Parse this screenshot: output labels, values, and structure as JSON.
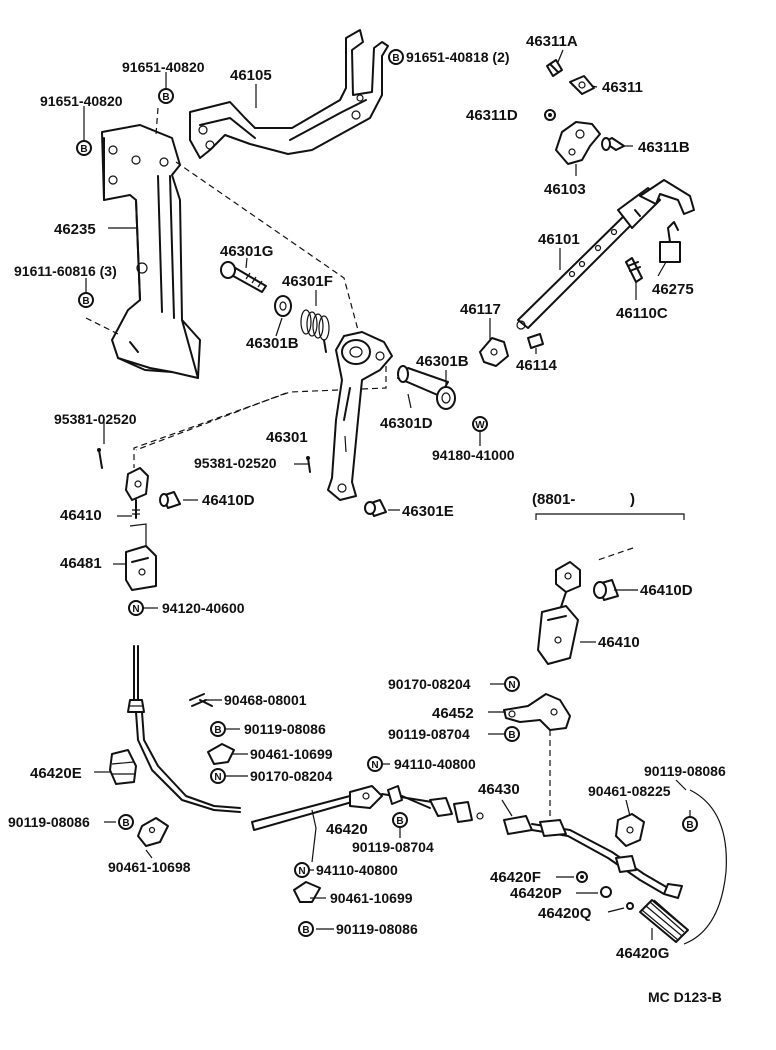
{
  "diagram_code": "MC D123-B",
  "range_label": "(8801-",
  "range_label_close": ")",
  "labels": {
    "p46311A": "46311A",
    "p91651_40818": "91651-40818 (2)",
    "p91651_40820_a": "91651-40820",
    "p46105": "46105",
    "p46311": "46311",
    "p91651_40820_b": "91651-40820",
    "p46311D": "46311D",
    "p46311B": "46311B",
    "p46103": "46103",
    "p46235": "46235",
    "p46101": "46101",
    "p46301G": "46301G",
    "p91611_60816": "91611-60816 (3)",
    "p46301F": "46301F",
    "p46275": "46275",
    "p46117": "46117",
    "p46110C": "46110C",
    "p46301B_a": "46301B",
    "p46114": "46114",
    "p46301B_b": "46301B",
    "p95381_02520_a": "95381-02520",
    "p46301D": "46301D",
    "p46301": "46301",
    "p94180_41000": "94180-41000",
    "p95381_02520_b": "95381-02520",
    "p46410D_a": "46410D",
    "p46410_a": "46410",
    "p46301E": "46301E",
    "p46481": "46481",
    "p94120_40600": "94120-40600",
    "p46410D_b": "46410D",
    "p46410_b": "46410",
    "p90470_08204": "90170-08204",
    "p90468_08001": "90468-08001",
    "p46452": "46452",
    "p90119_08086_a": "90119-08086",
    "p90119_08704_a": "90119-08704",
    "p90461_10699_a": "90461-10699",
    "p94110_40800_a": "94110-40800",
    "p46420E": "46420E",
    "p90170_08204_b": "90170-08204",
    "p46430": "46430",
    "p90119_08086_r": "90119-08086",
    "p90461_08225": "90461-08225",
    "p90119_08086_l": "90119-08086",
    "p46420": "46420",
    "p90119_08704_b": "90119-08704",
    "p90461_10698": "90461-10698",
    "p94110_40800_b": "94110-40800",
    "p46420F": "46420F",
    "p46420P": "46420P",
    "p90461_10699_b": "90461-10699",
    "p46420Q": "46420Q",
    "p90119_08086_b": "90119-08086",
    "p46420G": "46420G"
  },
  "symbols": {
    "bolt": "B",
    "nut": "N",
    "washer": "W"
  }
}
